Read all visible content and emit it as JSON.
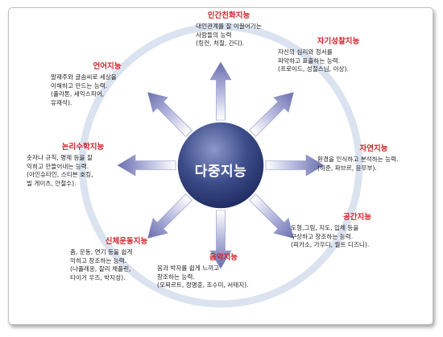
{
  "center": {
    "label": "다중지능"
  },
  "intelligences": [
    {
      "id": "interpersonal",
      "title": "인간친화지능",
      "desc": "대인관계를 잘 이끌어가는\n사람들의 능력\n(링컨, 처칠, 간디)."
    },
    {
      "id": "intrapersonal",
      "title": "자기성찰지능",
      "desc": "자신의 심리와 정서를\n파악하고 표출하는 능력.\n(프로이드, 성철스님, 이상)."
    },
    {
      "id": "naturalist",
      "title": "자연지능",
      "desc": "환경을 인식하고 분석하는 능력.\n(허준, 파브르, 윤무부)."
    },
    {
      "id": "spatial",
      "title": "공간지능",
      "desc": "도형,그림, 지도, 입체 등을\n구상하고 창조하는 능력.\n(피카소, 가우디, 월트 디즈니)."
    },
    {
      "id": "musical",
      "title": "음악지능",
      "desc": "음과 박자를 쉽게 느끼고\n창조하는 능력.\n(모짜르트, 정명훈, 조수미, 서태지)."
    },
    {
      "id": "bodily",
      "title": "신체운동지능",
      "desc": "춤, 운동, 연기 등을 쉽게\n익히고 창조하는 능력.\n(나플레옹, 찰리 채플린,\n타이거 우즈, 박지성)."
    },
    {
      "id": "logical",
      "title": "논리수학지능",
      "desc": "숫자나 규칙, 명제 등을 잘\n익히고 만들어내는 능력.\n(아인슈타인, 스티븐 호킹,\n빌 게이츠, 안철수)."
    },
    {
      "id": "linguistic",
      "title": "언어지능",
      "desc": "말재주와 글솜씨로 세상을\n이해하고 만드는 능력.\n(플라톤, 세익스피어,\n유재석)."
    }
  ],
  "colors": {
    "title": "#d2232a",
    "ring": "#dbe3f0",
    "center_dark": "#24336e",
    "center_light": "#8c98c8",
    "arrow": "#7b7fb8"
  }
}
